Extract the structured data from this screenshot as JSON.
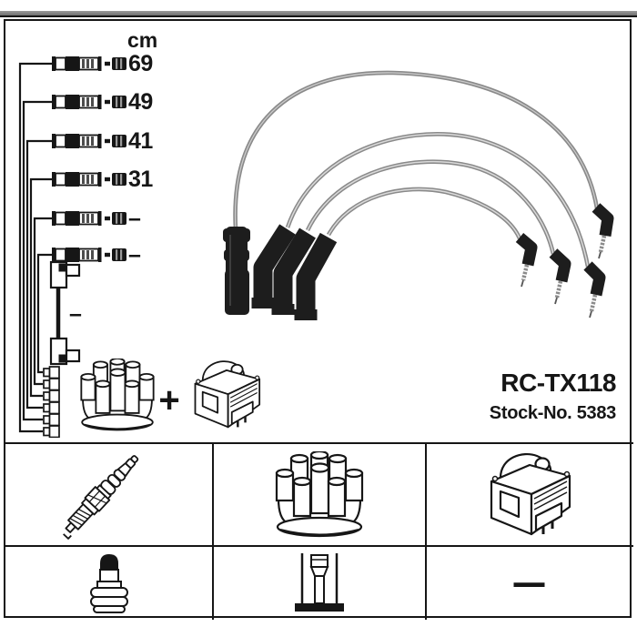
{
  "colors": {
    "background": "#ffffff",
    "line_art": "#161616",
    "cable_gray": "#8a8a8a",
    "cable_highlight": "#d6d6d6",
    "boot_black": "#1d1d1d",
    "top_bar_gray": "#7e7e7e"
  },
  "cable_table": {
    "unit_label": "cm",
    "rows": [
      {
        "label": "69"
      },
      {
        "label": "49"
      },
      {
        "label": "41"
      },
      {
        "label": "31"
      },
      {
        "label": "–"
      },
      {
        "label": "–"
      }
    ],
    "coil_wire_label": "–"
  },
  "kit_formula": {
    "plus_sign": "+"
  },
  "product": {
    "part_number": "RC-TX118",
    "stock_number": "Stock-No. 5383"
  },
  "legend": {
    "cells": [
      {
        "id": "spark-plug"
      },
      {
        "id": "distributor-cap"
      },
      {
        "id": "ignition-coil"
      },
      {
        "id": "spark-plug-boot"
      },
      {
        "id": "distributor-rotor"
      },
      {
        "id": "not-included",
        "mark": "—"
      }
    ]
  }
}
